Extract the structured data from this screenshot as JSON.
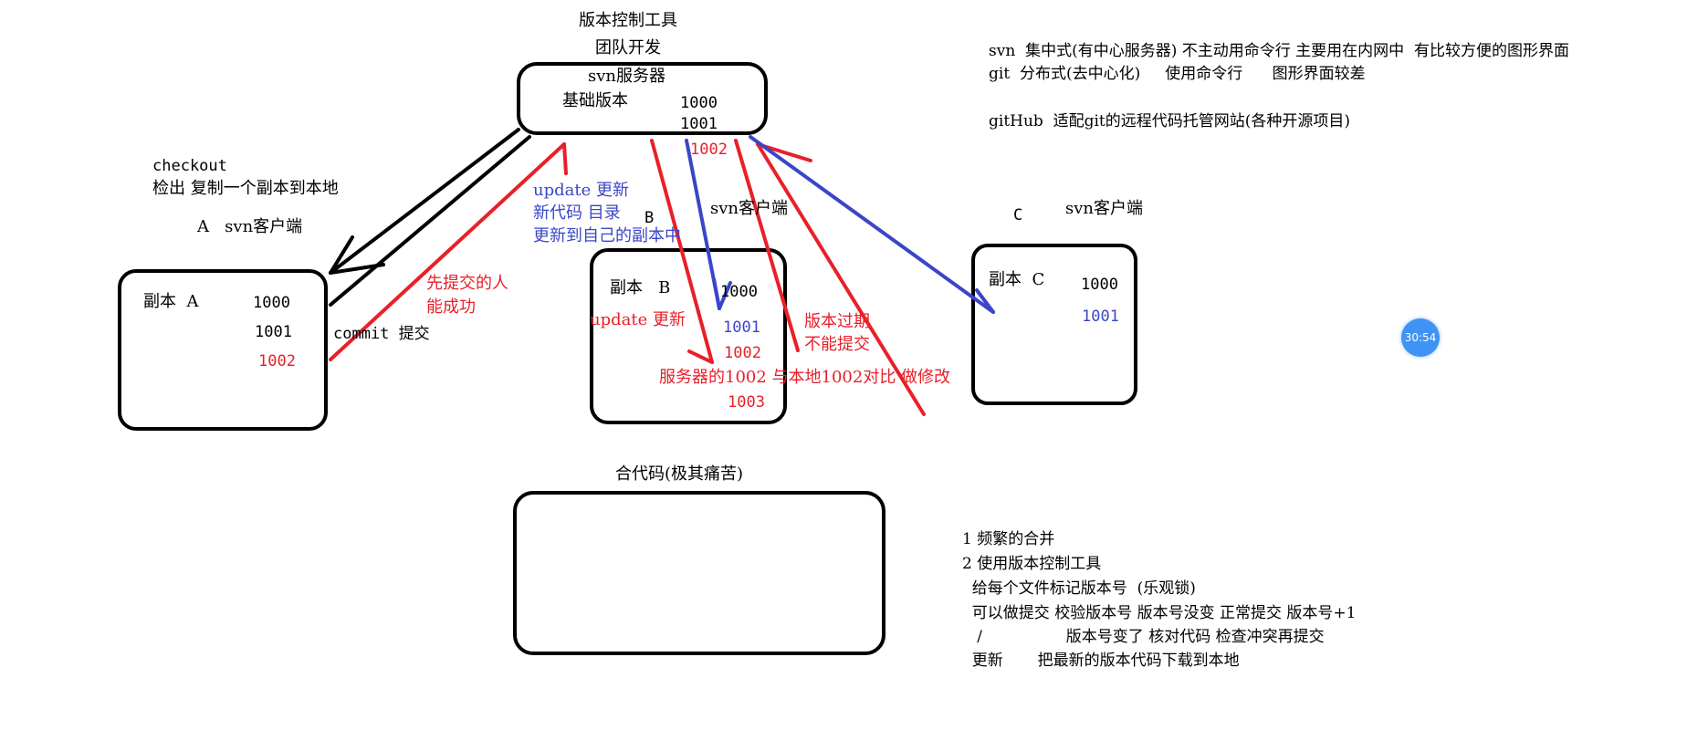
{
  "header": {
    "title": "版本控制工具",
    "subtitle": "团队开发"
  },
  "server": {
    "name": "svn服务器",
    "base_label": "基础版本",
    "v1000": "1000",
    "v1001": "1001",
    "v1002": "1002"
  },
  "client_a": {
    "checkout": "checkout",
    "checkout_desc": "检出 复制一个副本到本地",
    "title": "A   svn客户端",
    "copy_label": "副本  A",
    "v1000": "1000",
    "v1001": "1001",
    "v1002": "1002",
    "commit": "commit 提交",
    "first_commit": "先提交的人\n能成功"
  },
  "client_b": {
    "update_note": "update 更新\n新代码 目录\n更新到自己的副本中",
    "letter": "B",
    "title": "svn客户端",
    "copy_label": "副本   B",
    "v1000": "1000",
    "v1001": "1001",
    "v1002": "1002",
    "v1003": "1003",
    "update": "update 更新",
    "expired": "版本过期\n不能提交",
    "compare": "服务器的1002 与本地1002对比 做修改"
  },
  "client_c": {
    "letter": "C",
    "title": "svn客户端",
    "copy_label": "副本  C",
    "v1000": "1000",
    "v1001": "1001"
  },
  "merge": {
    "label": "合代码(极其痛苦)"
  },
  "notes": {
    "svn_row": "svn  集中式(有中心服务器) 不主动用命令行 主要用在内网中  有比较方便的图形界面",
    "git_row": "git  分布式(去中心化)     使用命令行      图形界面较差",
    "github_row": "gitHub  适配git的远程代码托管网站(各种开源项目)"
  },
  "lock_notes": {
    "line1": "1 频繁的合并",
    "line2": "2 使用版本控制工具",
    "line3": "  给每个文件标记版本号  (乐观锁)",
    "line4": "  可以做提交 校验版本号 版本号没变 正常提交 版本号+1",
    "line5": "   /                 版本号变了 核对代码 检查冲突再提交",
    "line6": "  更新       把最新的版本代码下载到本地"
  },
  "timer": "30:54",
  "colors": {
    "ink": "#000000",
    "red": "#e8202a",
    "blue": "#3a46c8"
  }
}
